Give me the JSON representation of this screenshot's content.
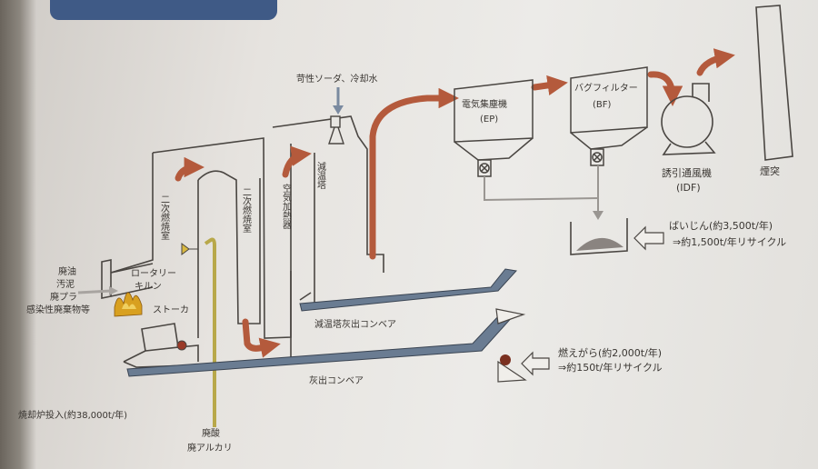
{
  "labels": {
    "feed_waste": [
      "廃油",
      "汚泥",
      "廃プラ",
      "感染性廃棄物等"
    ],
    "rotary_kiln": [
      "ロータリー",
      "キルン"
    ],
    "stoker": "ストーカ",
    "secondary_combustion_1": "二次燃焼室",
    "secondary_combustion_2": "二次燃焼室",
    "air_preheater": "空気加熱器",
    "cooling_tower": "減温塔",
    "caustic_soda": "苛性ソーダ、冷却水",
    "ep": [
      "電気集塵機",
      "(EP)"
    ],
    "bf": [
      "バグフィルター",
      "(BF)"
    ],
    "idf": [
      "誘引通風機",
      "(IDF)"
    ],
    "chimney": "煙突",
    "fly_ash": [
      "ばいじん(約3,500t/年)",
      "⇒約1,500t/年リサイクル"
    ],
    "bottom_ash": [
      "燃えがら(約2,000t/年)",
      "⇒約150t/年リサイクル"
    ],
    "cooling_conveyor": "減温塔灰出コンベア",
    "ash_conveyor": "灰出コンベア",
    "incinerator_input": "焼却炉投入(約38,000t/年)",
    "waste_acid_alkali": [
      "廃酸",
      "廃アルカリ"
    ]
  },
  "colors": {
    "flow_arrow": "#b45a3c",
    "liquid_line": "#b8a84a",
    "conveyor": "#5a6e86",
    "outline": "#4a4642",
    "fire": "#d8a020"
  }
}
